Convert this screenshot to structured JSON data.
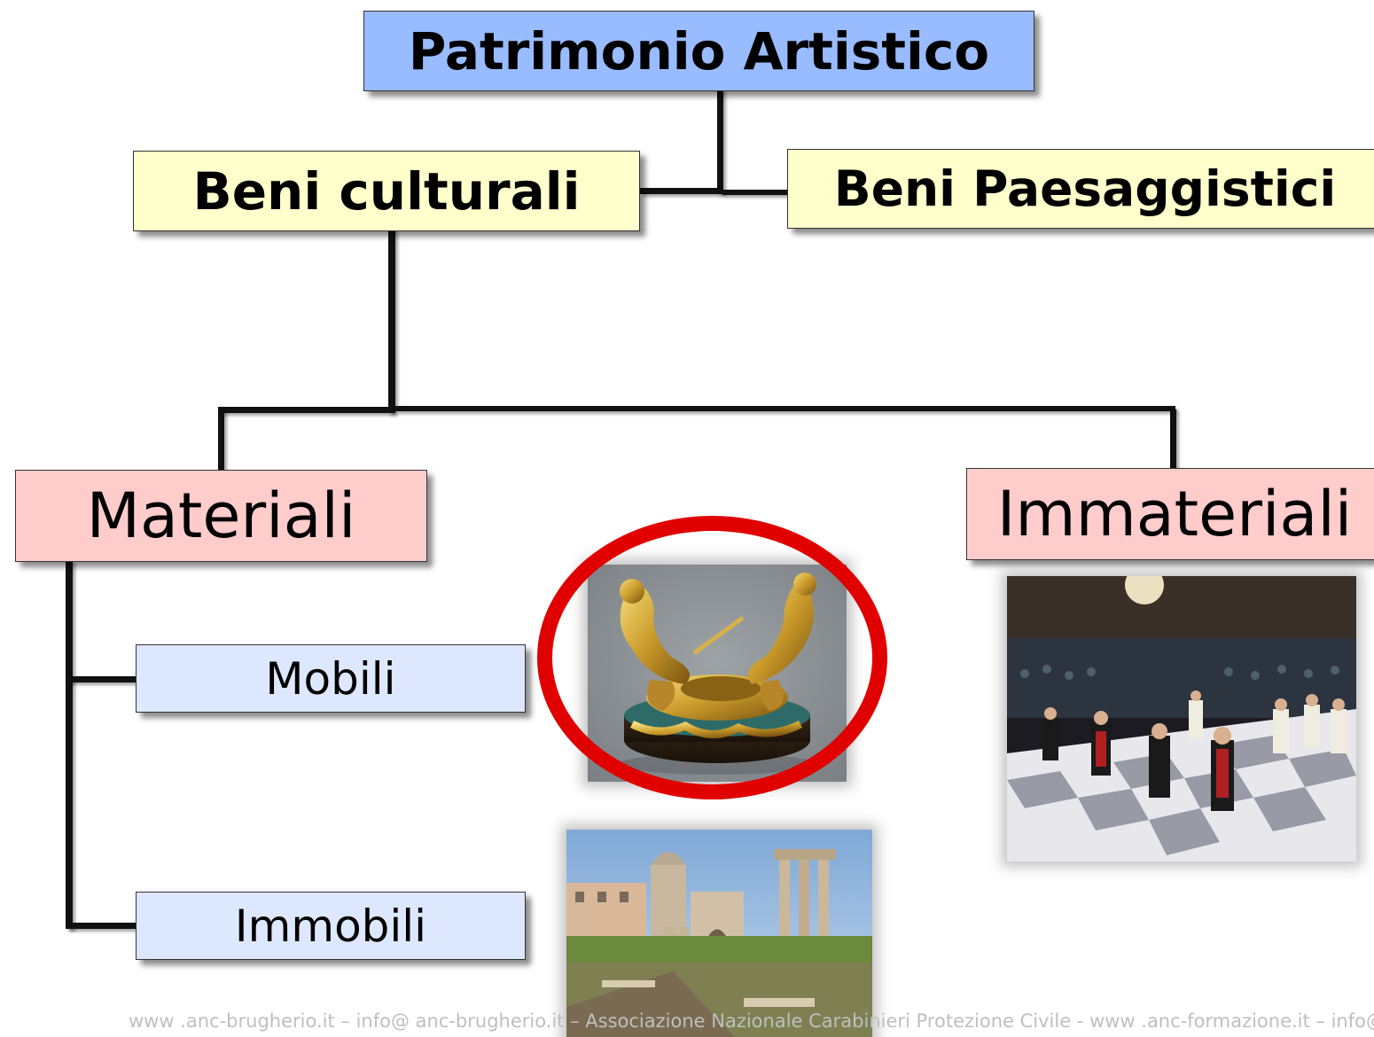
{
  "boxes": {
    "root": {
      "label": "Patrimonio Artistico",
      "fill": "#99bbff"
    },
    "beni_culturali": {
      "label": "Beni culturali",
      "fill": "#ffffcc"
    },
    "beni_paesaggistici": {
      "label": "Beni Paesaggistici",
      "fill": "#ffffcc"
    },
    "materiali": {
      "label": "Materiali",
      "fill": "#ffcccc"
    },
    "immateriali": {
      "label": "Immateriali",
      "fill": "#ffcccc"
    },
    "mobili": {
      "label": "Mobili",
      "fill": "#dde8ff"
    },
    "immobili": {
      "label": "Immobili",
      "fill": "#dde8ff"
    }
  },
  "highlight_color": "#e00000",
  "footer": {
    "text": "www .anc-brugherio.it – info@ anc-brugherio.it – Associazione Nazionale Carabinieri Protezione Civile - www .anc-formazione.it – info@ anc-formazione.it"
  },
  "images": {
    "saltcellar": "photo-gold-saltcellar",
    "forum": "photo-roman-forum",
    "chess": "photo-living-chess"
  }
}
